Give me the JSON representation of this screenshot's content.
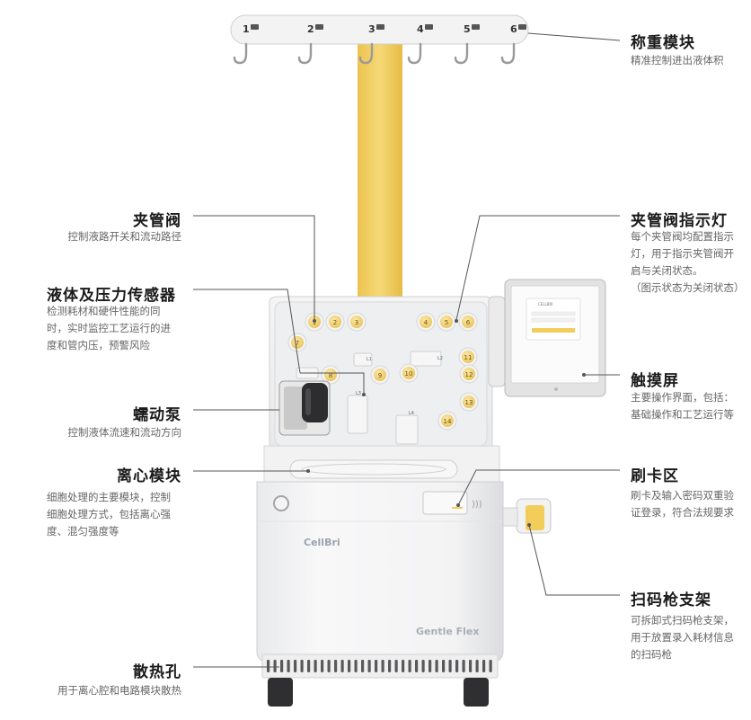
{
  "callouts": {
    "weighing": {
      "title": "称重模块",
      "desc": "精准控制进出液体积"
    },
    "pinch_valve": {
      "title": "夹管阀",
      "desc": "控制液路开关和流动路径"
    },
    "pinch_light": {
      "title": "夹管阀指示灯",
      "desc": [
        "每个夹管阀均配置指示",
        "灯，用于指示夹管阀开",
        "启与关闭状态。",
        "（图示状态为关闭状态）"
      ]
    },
    "sensor": {
      "title": "液体及压力传感器",
      "desc": [
        "检测耗材和硬件性能的同",
        "时，实时监控工艺运行的进",
        "度和管内压，预警风险"
      ]
    },
    "touchscreen": {
      "title": "触摸屏",
      "desc": [
        "主要操作界面，包括：",
        "基础操作和工艺运行等"
      ]
    },
    "pump": {
      "title": "蠕动泵",
      "desc": "控制液体流速和流动方向"
    },
    "centrifuge": {
      "title": "离心模块",
      "desc": [
        "细胞处理的主要模块，控制",
        "细胞处理方式，包括离心强",
        "度、混匀强度等"
      ]
    },
    "card": {
      "title": "刷卡区",
      "desc": [
        "刷卡及输入密码双重验",
        "证登录，符合法规要求"
      ]
    },
    "scanner": {
      "title": "扫码枪支架",
      "desc": [
        "可拆卸式扫码枪支架，",
        "用于放置录入耗材信息",
        "的扫码枪"
      ]
    },
    "vent": {
      "title": "散热孔",
      "desc": "用于离心腔和电路模块散热"
    }
  },
  "device": {
    "brand": "CellBri",
    "model": "Gentle Flex",
    "hooks": [
      "1",
      "2",
      "3",
      "4",
      "5",
      "6"
    ],
    "valves": [
      "1",
      "2",
      "3",
      "4",
      "5",
      "6",
      "7",
      "8",
      "9",
      "10",
      "11",
      "12",
      "13",
      "14"
    ],
    "line_labels": [
      "L1",
      "L2",
      "L3",
      "L4"
    ],
    "screen_brand": "CELLBRI"
  },
  "colors": {
    "accent": "#f3cd5a",
    "valve": "#f4d77e",
    "line": "#555555"
  }
}
